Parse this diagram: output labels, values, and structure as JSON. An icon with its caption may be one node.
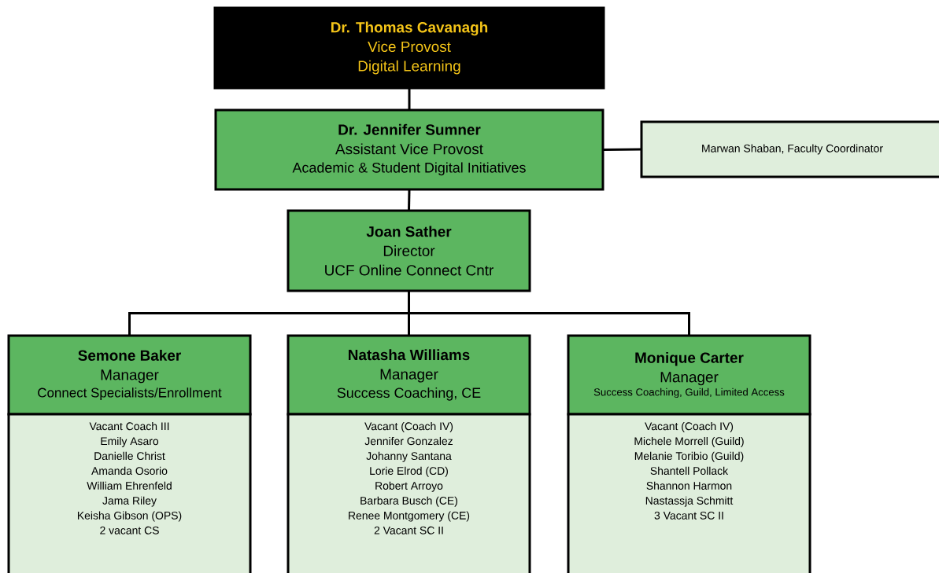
{
  "diagram": {
    "nodes": [
      {
        "text": [
          "Dr. Thomas Cavanagh",
          "Vice Provost",
          "Digital Learning"
        ]
      },
      {
        "text": [
          "Dr. Jennifer Sumner",
          "Assistant Vice Provost",
          "Academic & Student Digital Initiatives"
        ]
      },
      {
        "text": [
          "Marwan Shaban, Faculty Coordinator"
        ]
      },
      {
        "text": [
          "Joan Sather",
          "Director",
          "UCF Online Connect Cntr"
        ]
      },
      {
        "text": [
          "Semone Baker",
          "Manager",
          "Connect Specialists/Enrollment"
        ]
      },
      {
        "text": [
          "Natasha Williams",
          "Manager",
          "Success Coaching, CE"
        ]
      },
      {
        "text": [
          "Monique Carter",
          "Manager",
          "Success Coaching, Guild, Limited Access"
        ]
      },
      {
        "text": [
          "Vacant Coach III",
          "Emily Asaro",
          "Danielle Christ",
          "Amanda Osorio",
          "William Ehrenfeld",
          "Jama Riley",
          "Keisha Gibson (OPS)",
          "2 vacant CS"
        ]
      },
      {
        "text": [
          "Vacant (Coach IV)",
          "Jennifer Gonzalez",
          "Johanny Santana",
          "Lorie Elrod (CD)",
          "Robert Arroyo",
          "Barbara Busch (CE)",
          "Renee Montgomery (CE)",
          "2 Vacant SC II"
        ]
      },
      {
        "text": [
          "Vacant (Coach IV)",
          "Michele Morrell (Guild)",
          "Melanie Toribio (Guild)",
          "Shantell Pollack",
          "Shannon Harmon",
          "Nastassja Schmitt",
          "3 Vacant SC II"
        ]
      }
    ],
    "edges": [
      {
        "from": 0,
        "to": 1,
        "arrow": "none"
      },
      {
        "from": 1,
        "to": 2,
        "arrow": "none"
      },
      {
        "from": 1,
        "to": 3,
        "arrow": "none"
      },
      {
        "from": 3,
        "to": 4,
        "arrow": "none"
      },
      {
        "from": 3,
        "to": 5,
        "arrow": "none"
      },
      {
        "from": 3,
        "to": 6,
        "arrow": "none"
      }
    ]
  }
}
